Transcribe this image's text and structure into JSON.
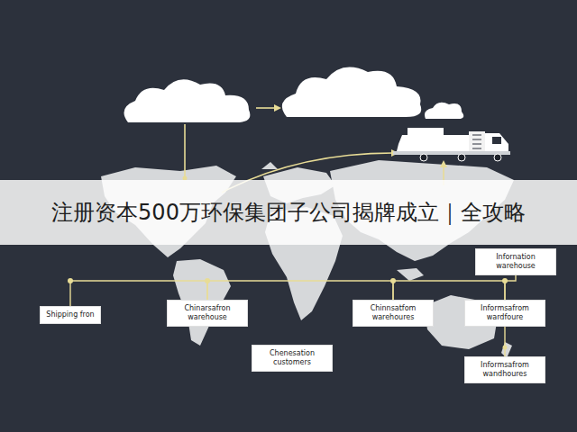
{
  "diagram": {
    "nodes": [
      {
        "text": [
          "注册资本500万环保集团子公司揭牌成立｜全攻略"
        ]
      },
      {
        "text": [
          "Infornation warehouse"
        ]
      },
      {
        "text": [
          "Shipping fron"
        ]
      },
      {
        "text": [
          "Chinarsafron warehouse"
        ]
      },
      {
        "text": [
          "Chinnsatfom warehoures"
        ]
      },
      {
        "text": [
          "Informsafrom wardfoure"
        ]
      },
      {
        "text": [
          "Chenesation customers"
        ]
      },
      {
        "text": [
          "Informsafrom wandhoures"
        ]
      }
    ],
    "edges": [
      {
        "from": 2,
        "to": 3,
        "arrow": "none"
      },
      {
        "from": 3,
        "to": 4,
        "arrow": "none"
      },
      {
        "from": 4,
        "to": 5,
        "arrow": "none"
      },
      {
        "from": 1,
        "to": 5,
        "arrow": "none"
      },
      {
        "from": 5,
        "to": 7,
        "arrow": "none"
      }
    ]
  }
}
